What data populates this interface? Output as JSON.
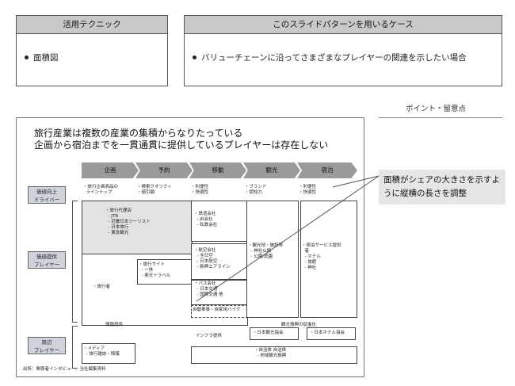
{
  "left_panel": {
    "header": "活用テクニック",
    "bullet": "面積図"
  },
  "right_panel": {
    "header": "このスライドパターンを用いるケース",
    "bullet": "バリューチェーンに沿ってさまざまなプレイヤーの関連を示したい場合"
  },
  "point_label": "ポイント・留意点",
  "callout_text": "面積がシェアの大きさを示すように縦横の長さを調整",
  "slide": {
    "title_line1": "旅行産業は複数の産業の集積からなりたっている",
    "title_line2": "企画から宿泊までを一貫通貫に提供しているプレイヤーは存在しない",
    "stages": [
      "企画",
      "予約",
      "移動",
      "観光",
      "宿泊"
    ],
    "rows": {
      "driver": "価値向上\nドライバー",
      "core": "価値提供\nプレイヤー",
      "support": "周辺\nプレイヤー"
    },
    "drivers": {
      "plan": "・旅行企画商品の\n  ラインナップ",
      "booking": "・検索クオリティ\n・値引額",
      "move": "・利便性\n・快適性",
      "sightseeing": "・ブランド\n・認知力",
      "stay": "・利便性\n・快適性"
    },
    "agency": "・旅行代理店\n  - JTB\n  - 近畿日本ツーリスト\n  - 日本旅行\n  - 東急観光",
    "travel_site": "・旅行サイト\n  - 一休\n  - 楽天トラベル",
    "traveler": "・旅行者",
    "rail": "・鉄道会社\n  - JR会社\n  - 私鉄会社",
    "air": "・航空会社\n  - 全日空\n  - 日本航空\n  - 新興エアライン",
    "bus": "・バス会社\n  - 日本交通\n  - 国際交通 他",
    "carrental": "自動車事・自家用バイク",
    "sightseeing_box": "・観光地・施設等\n  - 神社仏閣\n  - 公園/庭園",
    "stay_box": "・宿泊サービス提供\n  者\n  - ホテル\n  - 旅館\n  - 神社",
    "media": "・メディア\n  - 旅行雑誌・情報",
    "tourism_assoc": "・日本観光協会",
    "hotel_assoc": "・日本ホテル協会",
    "local_gov": "・自治体 自治体\n  - 地域観光振興",
    "lbl_info": "情報提供",
    "lbl_infra": "インフラ提供",
    "lbl_promo": "観光振興の促進化",
    "source": "出所：関係者インタビュー、当社編集資料"
  }
}
